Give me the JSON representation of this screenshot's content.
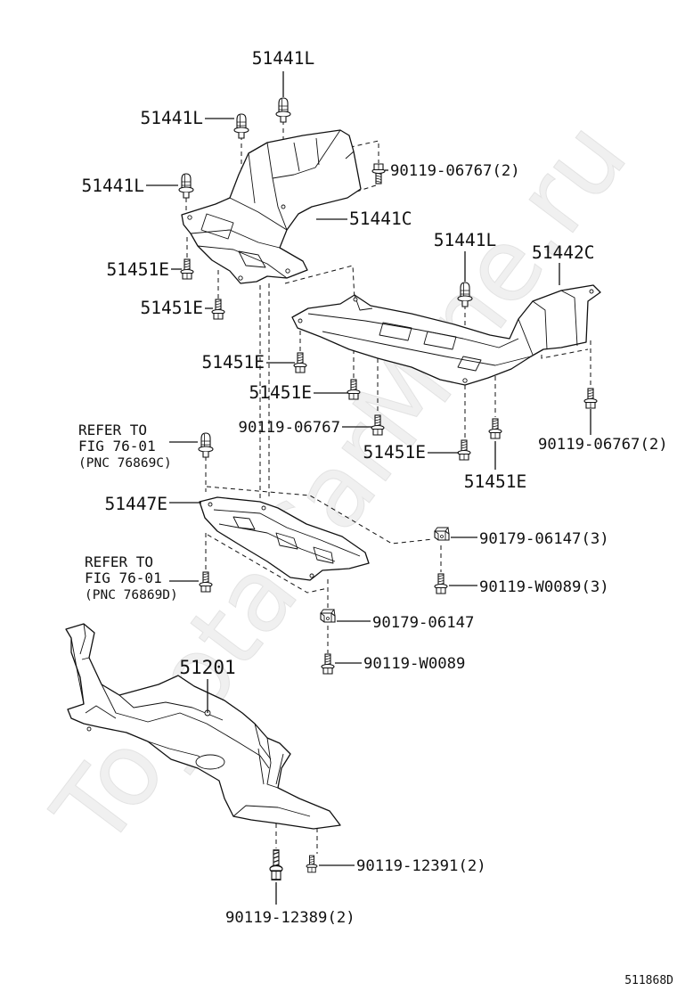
{
  "diagram_code": "511868D",
  "watermark": "ToyotaCarMine.ru",
  "callouts": [
    "51441L",
    "51441L",
    "90119-06767(2)",
    "51441L",
    "51441C",
    "51441L",
    "51442C",
    "51451E",
    "51451E",
    "51451E",
    "51451E",
    "90119-06767",
    "90119-06767(2)",
    "51451E",
    "51451E",
    "51447E",
    "90179-06147(3)",
    "90119-W0089(3)",
    "90179-06147",
    "90119-W0089",
    "51201",
    "90119-12391(2)",
    "90119-12389(2)"
  ],
  "refer_notes": [
    {
      "line1": "REFER TO",
      "line2": "FIG 76-01",
      "line3": "(PNC 76869C)"
    },
    {
      "line1": "REFER TO",
      "line2": "FIG 76-01",
      "line3": "(PNC 76869D)"
    }
  ]
}
